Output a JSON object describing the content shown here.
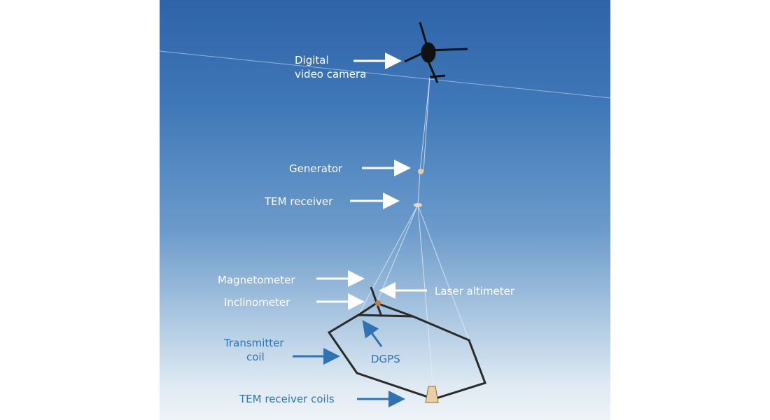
{
  "colors": {
    "white_label": "#ffffff",
    "blue_label": "#2f73b5",
    "sky_top": "#2e63a8",
    "sky_bottom": "#eef3f7"
  },
  "labels": {
    "camera_line1": "Digital",
    "camera_line2": "video camera",
    "generator": "Generator",
    "tem_receiver": "TEM receiver",
    "magnetometer": "Magnetometer",
    "laser_altimeter": "Laser altimeter",
    "inclinometer": "Inclinometer",
    "transmitter_line1": "Transmitter",
    "transmitter_line2": "coil",
    "dgps": "DGPS",
    "tem_receiver_coils": "TEM receiver coils"
  }
}
